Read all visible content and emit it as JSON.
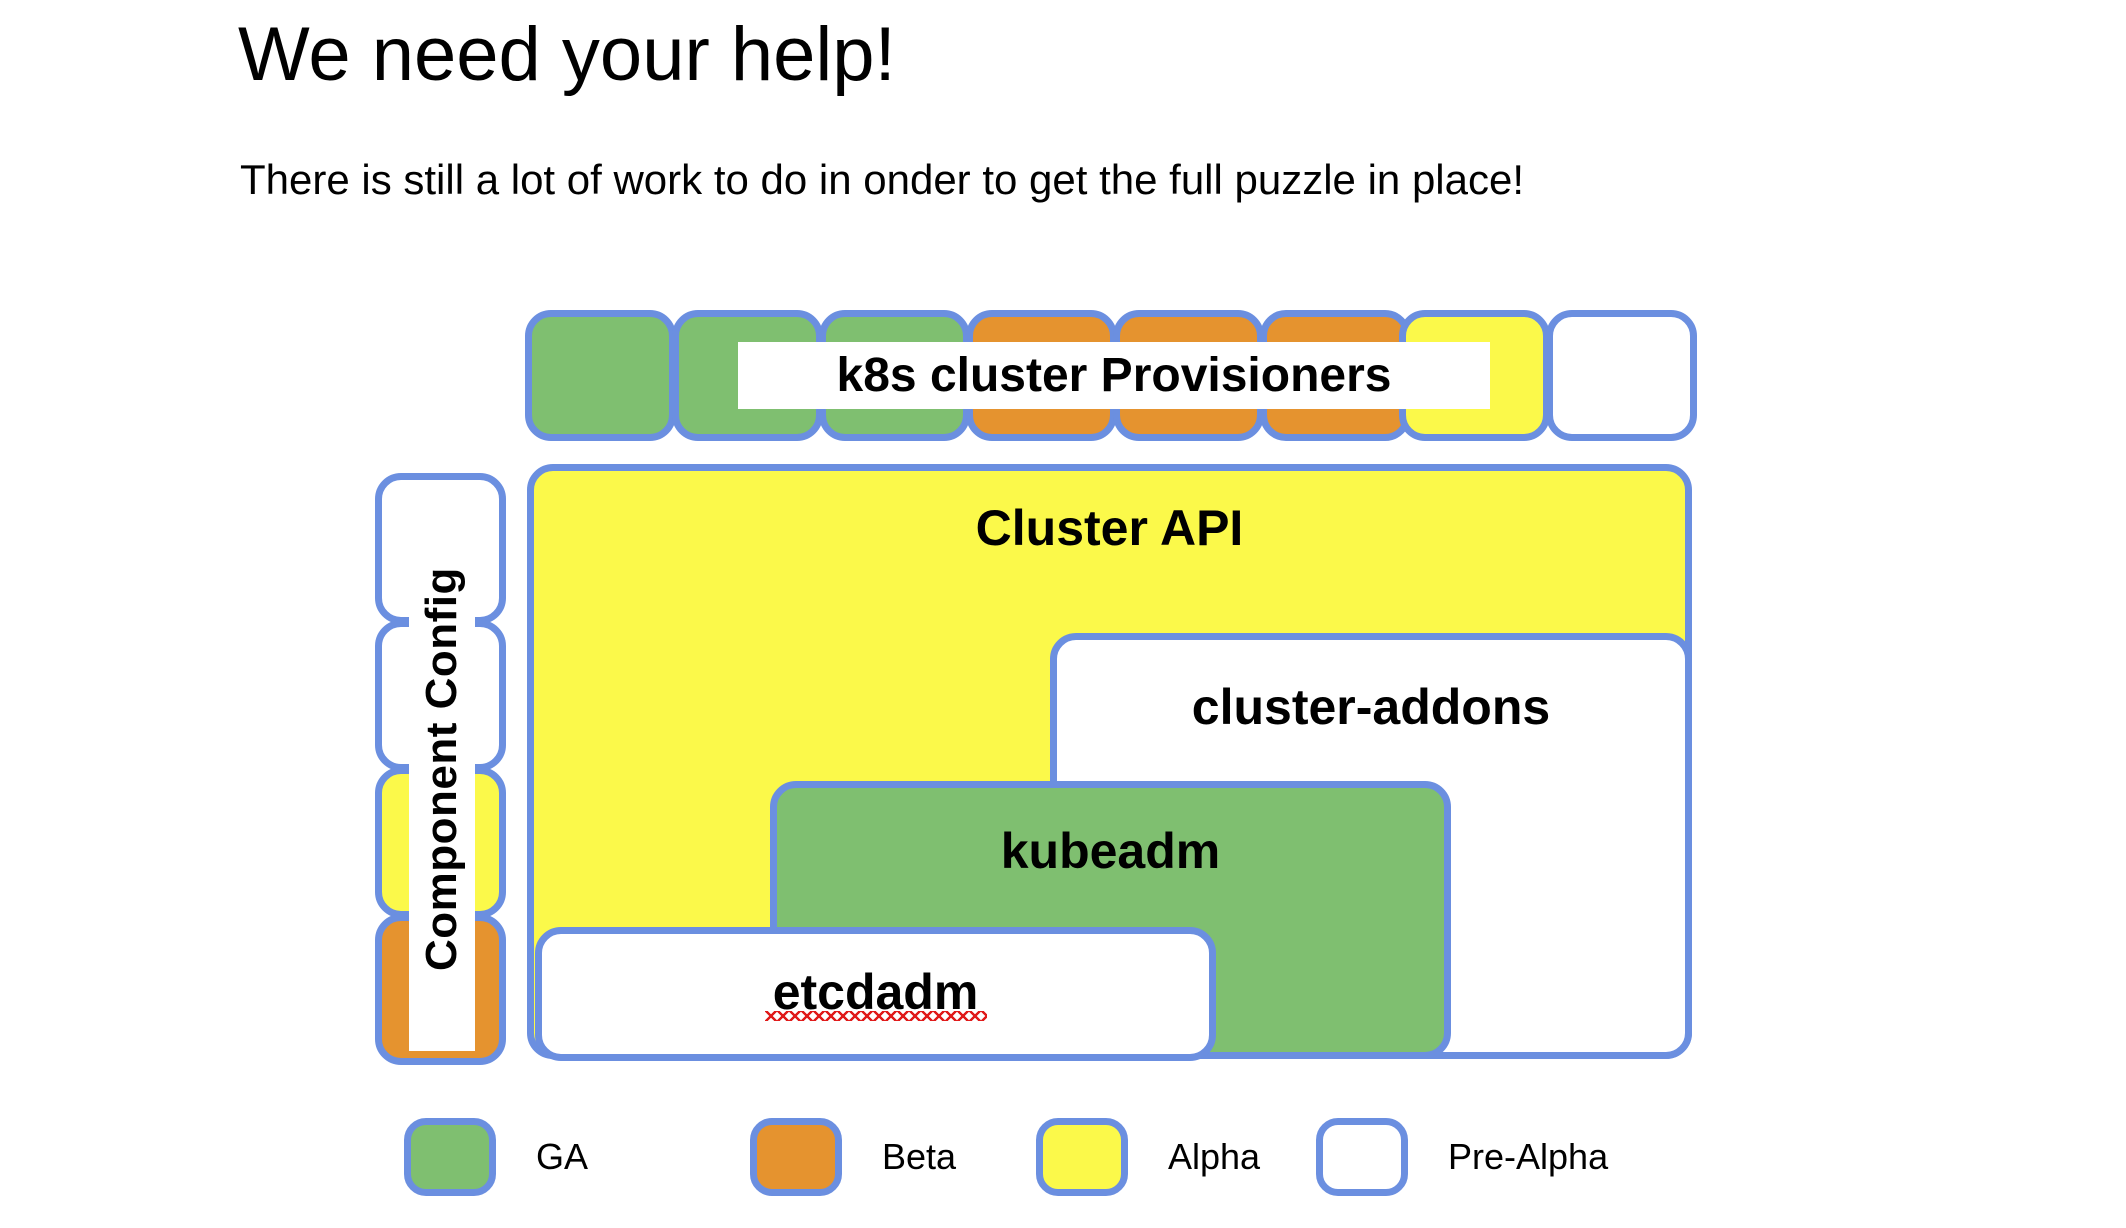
{
  "slide": {
    "title": "We need your help!",
    "subtitle": "There is still a lot of work to do in onder to get the full puzzle in place!"
  },
  "colors": {
    "border": "#6b8fe0",
    "ga": "#7fbf70",
    "beta": "#e5932f",
    "alpha": "#fbf94a",
    "pre_alpha": "#ffffff",
    "text": "#000000",
    "spellcheck_underline": "#e01b1b"
  },
  "diagram": {
    "provisioners_row": {
      "label": "k8s cluster Provisioners",
      "boxes": [
        {
          "status": "GA"
        },
        {
          "status": "GA"
        },
        {
          "status": "GA"
        },
        {
          "status": "Beta"
        },
        {
          "status": "Beta"
        },
        {
          "status": "Beta"
        },
        {
          "status": "Alpha"
        },
        {
          "status": "Pre-Alpha"
        }
      ]
    },
    "component_config_column": {
      "label": "Component Config",
      "boxes": [
        {
          "status": "Pre-Alpha"
        },
        {
          "status": "Pre-Alpha"
        },
        {
          "status": "Alpha"
        },
        {
          "status": "Beta"
        }
      ]
    },
    "stack": [
      {
        "label": "Cluster API",
        "status": "Alpha"
      },
      {
        "label": "cluster-addons",
        "status": "Pre-Alpha"
      },
      {
        "label": "kubeadm",
        "status": "GA"
      },
      {
        "label": "etcdadm",
        "status": "Pre-Alpha",
        "spellcheck": true
      }
    ]
  },
  "legend": {
    "items": [
      {
        "label": "GA",
        "status": "GA"
      },
      {
        "label": "Beta",
        "status": "Beta"
      },
      {
        "label": "Alpha",
        "status": "Alpha"
      },
      {
        "label": "Pre-Alpha",
        "status": "Pre-Alpha"
      }
    ]
  }
}
